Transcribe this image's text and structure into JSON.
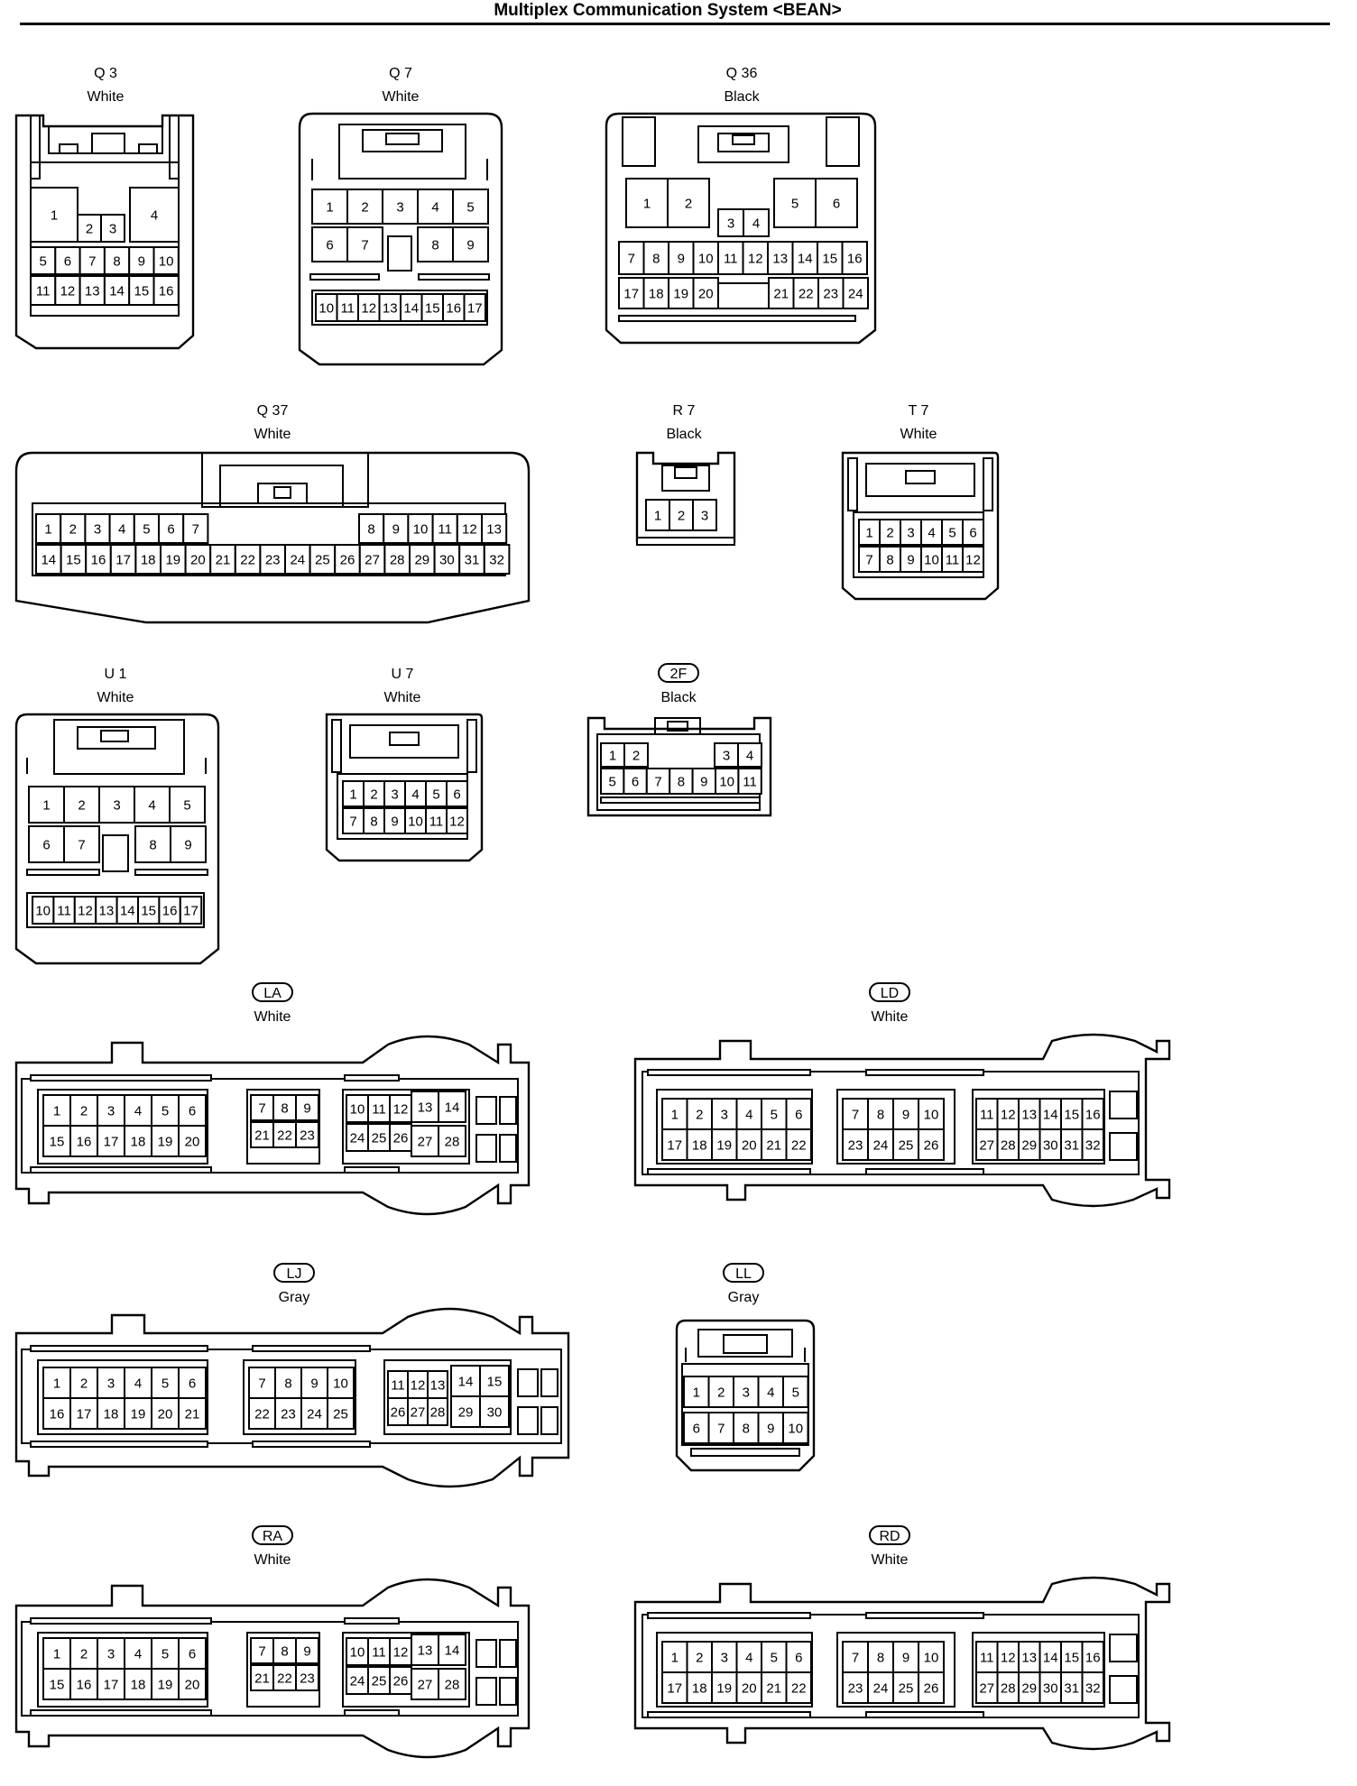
{
  "title": "Multiplex Communication System <BEAN>",
  "connectors": [
    {
      "id": "Q3",
      "name": "Q 3",
      "color": "White",
      "circled": false,
      "rows": [
        [
          "1",
          "2",
          "3",
          "4"
        ],
        [
          "5",
          "6",
          "7",
          "8",
          "9",
          "10"
        ],
        [
          "11",
          "12",
          "13",
          "14",
          "15",
          "16"
        ]
      ]
    },
    {
      "id": "Q7",
      "name": "Q 7",
      "color": "White",
      "circled": false,
      "rows": [
        [
          "1",
          "2",
          "3",
          "4",
          "5"
        ],
        [
          "6",
          "7",
          "8",
          "9"
        ],
        [
          "10",
          "11",
          "12",
          "13",
          "14",
          "15",
          "16",
          "17"
        ]
      ]
    },
    {
      "id": "Q36",
      "name": "Q 36",
      "color": "Black",
      "circled": false,
      "rows": [
        [
          "1",
          "2",
          "5",
          "6"
        ],
        [
          "3",
          "4"
        ],
        [
          "7",
          "8",
          "9",
          "10",
          "11",
          "12",
          "13",
          "14",
          "15",
          "16"
        ],
        [
          "17",
          "18",
          "19",
          "20",
          "21",
          "22",
          "23",
          "24"
        ]
      ]
    },
    {
      "id": "Q37",
      "name": "Q 37",
      "color": "White",
      "circled": false,
      "rows": [
        [
          "1",
          "2",
          "3",
          "4",
          "5",
          "6",
          "7",
          "8",
          "9",
          "10",
          "11",
          "12",
          "13"
        ],
        [
          "14",
          "15",
          "16",
          "17",
          "18",
          "19",
          "20",
          "21",
          "22",
          "23",
          "24",
          "25",
          "26",
          "27",
          "28",
          "29",
          "30",
          "31",
          "32"
        ]
      ]
    },
    {
      "id": "R7",
      "name": "R 7",
      "color": "Black",
      "circled": false,
      "rows": [
        [
          "1",
          "2",
          "3"
        ]
      ]
    },
    {
      "id": "T7",
      "name": "T 7",
      "color": "White",
      "circled": false,
      "rows": [
        [
          "1",
          "2",
          "3",
          "4",
          "5",
          "6"
        ],
        [
          "7",
          "8",
          "9",
          "10",
          "11",
          "12"
        ]
      ]
    },
    {
      "id": "U1",
      "name": "U 1",
      "color": "White",
      "circled": false,
      "rows": [
        [
          "1",
          "2",
          "3",
          "4",
          "5"
        ],
        [
          "6",
          "7",
          "8",
          "9"
        ],
        [
          "10",
          "11",
          "12",
          "13",
          "14",
          "15",
          "16",
          "17"
        ]
      ]
    },
    {
      "id": "U7",
      "name": "U 7",
      "color": "White",
      "circled": false,
      "rows": [
        [
          "1",
          "2",
          "3",
          "4",
          "5",
          "6"
        ],
        [
          "7",
          "8",
          "9",
          "10",
          "11",
          "12"
        ]
      ]
    },
    {
      "id": "2F",
      "name": "2F",
      "color": "Black",
      "circled": true,
      "rows": [
        [
          "1",
          "2",
          "3",
          "4"
        ],
        [
          "5",
          "6",
          "7",
          "8",
          "9",
          "10",
          "11"
        ]
      ]
    },
    {
      "id": "LA",
      "name": "LA",
      "color": "White",
      "circled": true,
      "rows": [
        [
          "1",
          "2",
          "3",
          "4",
          "5",
          "6"
        ],
        [
          "15",
          "16",
          "17",
          "18",
          "19",
          "20"
        ],
        [
          "7",
          "8",
          "9"
        ],
        [
          "21",
          "22",
          "23"
        ],
        [
          "10",
          "11",
          "12",
          "13",
          "14"
        ],
        [
          "24",
          "25",
          "26",
          "27",
          "28"
        ]
      ]
    },
    {
      "id": "LD",
      "name": "LD",
      "color": "White",
      "circled": true,
      "rows": [
        [
          "1",
          "2",
          "3",
          "4",
          "5",
          "6"
        ],
        [
          "17",
          "18",
          "19",
          "20",
          "21",
          "22"
        ],
        [
          "7",
          "8",
          "9",
          "10"
        ],
        [
          "23",
          "24",
          "25",
          "26"
        ],
        [
          "11",
          "12",
          "13",
          "14",
          "15",
          "16"
        ],
        [
          "27",
          "28",
          "29",
          "30",
          "31",
          "32"
        ]
      ]
    },
    {
      "id": "LJ",
      "name": "LJ",
      "color": "Gray",
      "circled": true,
      "rows": [
        [
          "1",
          "2",
          "3",
          "4",
          "5",
          "6"
        ],
        [
          "16",
          "17",
          "18",
          "19",
          "20",
          "21"
        ],
        [
          "7",
          "8",
          "9",
          "10"
        ],
        [
          "22",
          "23",
          "24",
          "25"
        ],
        [
          "11",
          "12",
          "13",
          "14",
          "15"
        ],
        [
          "26",
          "27",
          "28",
          "29",
          "30"
        ]
      ]
    },
    {
      "id": "LL",
      "name": "LL",
      "color": "Gray",
      "circled": true,
      "rows": [
        [
          "1",
          "2",
          "3",
          "4",
          "5"
        ],
        [
          "6",
          "7",
          "8",
          "9",
          "10"
        ]
      ]
    },
    {
      "id": "RA",
      "name": "RA",
      "color": "White",
      "circled": true,
      "rows": [
        [
          "1",
          "2",
          "3",
          "4",
          "5",
          "6"
        ],
        [
          "15",
          "16",
          "17",
          "18",
          "19",
          "20"
        ],
        [
          "7",
          "8",
          "9"
        ],
        [
          "21",
          "22",
          "23"
        ],
        [
          "10",
          "11",
          "12",
          "13",
          "14"
        ],
        [
          "24",
          "25",
          "26",
          "27",
          "28"
        ]
      ]
    },
    {
      "id": "RD",
      "name": "RD",
      "color": "White",
      "circled": true,
      "rows": [
        [
          "1",
          "2",
          "3",
          "4",
          "5",
          "6"
        ],
        [
          "17",
          "18",
          "19",
          "20",
          "21",
          "22"
        ],
        [
          "7",
          "8",
          "9",
          "10"
        ],
        [
          "23",
          "24",
          "25",
          "26"
        ],
        [
          "11",
          "12",
          "13",
          "14",
          "15",
          "16"
        ],
        [
          "27",
          "28",
          "29",
          "30",
          "31",
          "32"
        ]
      ]
    }
  ]
}
